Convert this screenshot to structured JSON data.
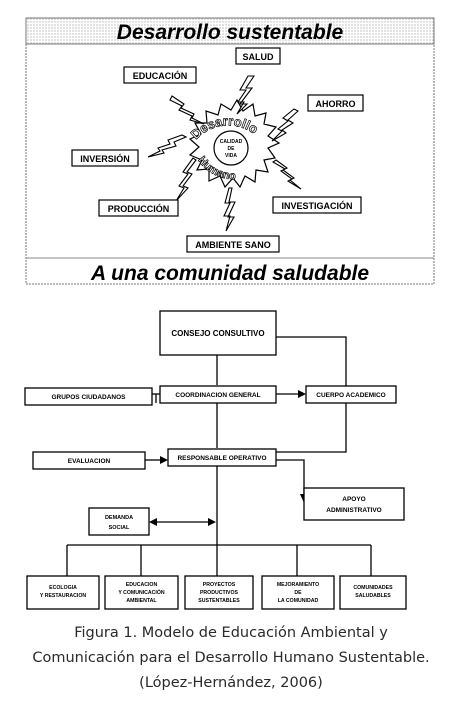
{
  "top_diagram": {
    "title": "Desarrollo sustentable",
    "bottom_title": "A una comunidad saludable",
    "center_arc_text": "Desarrollo",
    "center_arc_text_lower": "Humano",
    "center_circle_lines": [
      "CALIDAD",
      "DE",
      "VIDA"
    ],
    "labels": {
      "salud": "SALUD",
      "educacion": "EDUCACIÓN",
      "ahorro": "AHORRO",
      "inversion": "INVERSIÓN",
      "investigacion": "INVESTIGACIÓN",
      "produccion": "PRODUCCIÓN",
      "ambiente": "AMBIENTE SANO"
    }
  },
  "org_chart": {
    "consejo": "CONSEJO CONSULTIVO",
    "coordinacion": "COORDINACION GENERAL",
    "cuerpo": "CUERPO ACADEMICO",
    "grupos": "GRUPOS CIUDADANOS",
    "evaluacion": "EVALUACION",
    "responsable": "RESPONSABLE OPERATIVO",
    "apoyo": [
      "APOYO",
      "ADMINISTRATIVO"
    ],
    "demanda": [
      "DEMANDA",
      "SOCIAL"
    ],
    "bottom": {
      "ecologia": [
        "ECOLOGIA",
        "Y RESTAURACION"
      ],
      "educacion": [
        "EDUCACION",
        "Y COMUNICACIÓN",
        "AMBIENTAL"
      ],
      "proyectos": [
        "PROYECTOS",
        "PRODUCTIVOS",
        "SUSTENTABLES"
      ],
      "mejoramiento": [
        "MEJORAMIENTO",
        "DE",
        "LA COMUNIDAD"
      ],
      "comunidades": [
        "COMUNIDADES",
        "SALUDABLES"
      ]
    }
  },
  "caption": {
    "line1": "Figura 1. Modelo de Educación Ambiental  y",
    "line2": "Comunicación para el Desarrollo Humano Sustentable.",
    "line3": "(López-Hernández, 2006)"
  }
}
